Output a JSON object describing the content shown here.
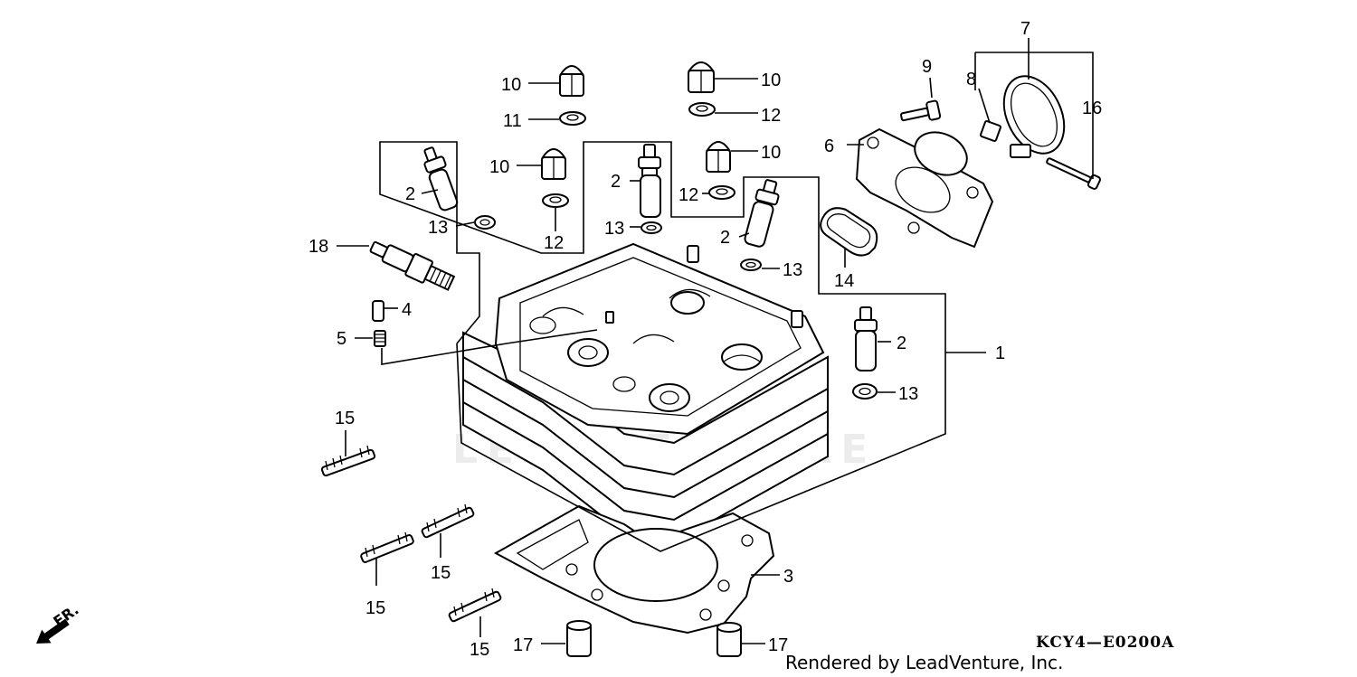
{
  "callouts": {
    "c1": "1",
    "c2a": "2",
    "c2b": "2",
    "c2c": "2",
    "c2d": "2",
    "c3": "3",
    "c4": "4",
    "c5": "5",
    "c6": "6",
    "c7": "7",
    "c8": "8",
    "c9": "9",
    "c10a": "10",
    "c10b": "10",
    "c10c": "10",
    "c10d": "10",
    "c11": "11",
    "c12a": "12",
    "c12b": "12",
    "c12c": "12",
    "c13a": "13",
    "c13b": "13",
    "c13c": "13",
    "c13d": "13",
    "c14": "14",
    "c15a": "15",
    "c15b": "15",
    "c15c": "15",
    "c15d": "15",
    "c16": "16",
    "c17a": "17",
    "c17b": "17",
    "c18": "18"
  },
  "diagram_code": "KCY4—E0200A",
  "credit": "Rendered by LeadVenture, Inc.",
  "front_marker": "FR.",
  "watermark": "LEADVENTURE"
}
